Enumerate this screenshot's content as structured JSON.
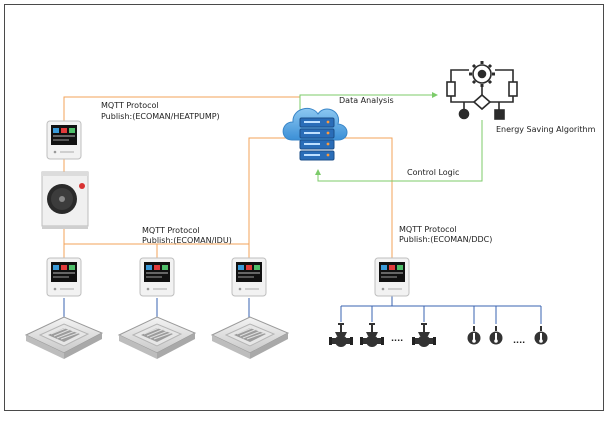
{
  "labels": {
    "heatpump_protocol": "MQTT Protocol",
    "heatpump_topic": "Publish:(ECOMAN/HEATPUMP)",
    "idu_protocol": "MQTT Protocol",
    "idu_topic": "Publish:(ECOMAN/IDU)",
    "ddc_protocol": "MQTT Protocol",
    "ddc_topic": "Publish:(ECOMAN/DDC)",
    "data_analysis": "Data Analysis",
    "control_logic": "Control Logic",
    "energy_saving": "Energy Saving Algorithm",
    "ellipsis_valves": "....",
    "ellipsis_sensors": "...."
  },
  "colors": {
    "orange_link": "#f3a35a",
    "green_link": "#7ccb6a",
    "blue_link": "#3a63b0",
    "server": "#2a6db8",
    "cloud": "#5ba8e6",
    "algorithm": "#2b2b2b"
  },
  "icons": {
    "controller": "controller-display-icon",
    "heat_pump": "outdoor-heat-pump-icon",
    "cassette": "ceiling-cassette-ac-icon",
    "server": "cloud-server-icon",
    "algorithm": "gear-algorithm-icon",
    "valve": "valve-icon",
    "sensor": "temperature-sensor-icon"
  }
}
